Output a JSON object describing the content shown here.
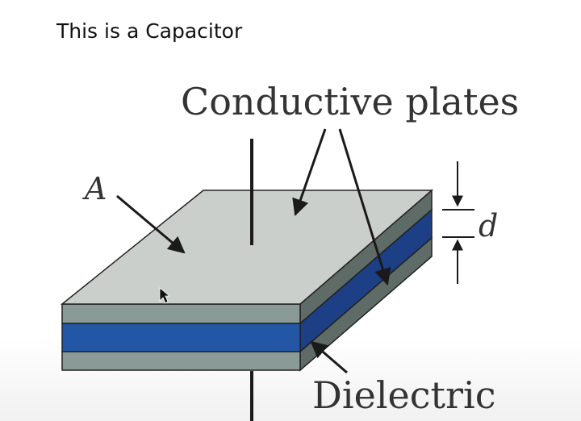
{
  "slide": {
    "title": "This is a Capacitor"
  },
  "diagram": {
    "labels": {
      "conductive_plates": "Conductive plates",
      "area": "A",
      "distance": "d",
      "dielectric": "Dielectric"
    },
    "colors": {
      "plate_top_face": "#cbcfcc",
      "plate_front": "#8a9a96",
      "plate_side": "#5f6b67",
      "dielectric_front": "#2456a6",
      "dielectric_side": "#1c3f86",
      "outline": "#222222"
    },
    "icons": [
      "mouse-pointer-icon"
    ]
  }
}
